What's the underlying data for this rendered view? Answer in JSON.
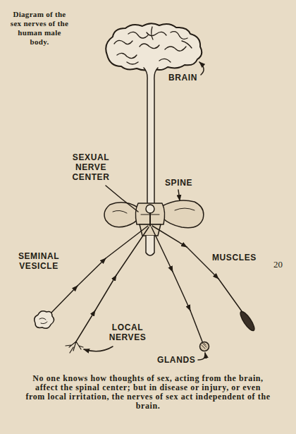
{
  "diagram": {
    "title": "Diagram of the sex nerves of the human male body.",
    "caption": "No one knows how thoughts of sex, acting from the brain, affect the spinal center; but in disease or injury, or even from local irritation, the nerves of sex act independent of the brain.",
    "labels": [
      "BRAIN",
      "SEXUAL NERVE CENTER",
      "SPINE",
      "SEMINAL VESICLE",
      "MUSCLES",
      "LOCAL NERVES",
      "GLANDS",
      "20"
    ]
  }
}
